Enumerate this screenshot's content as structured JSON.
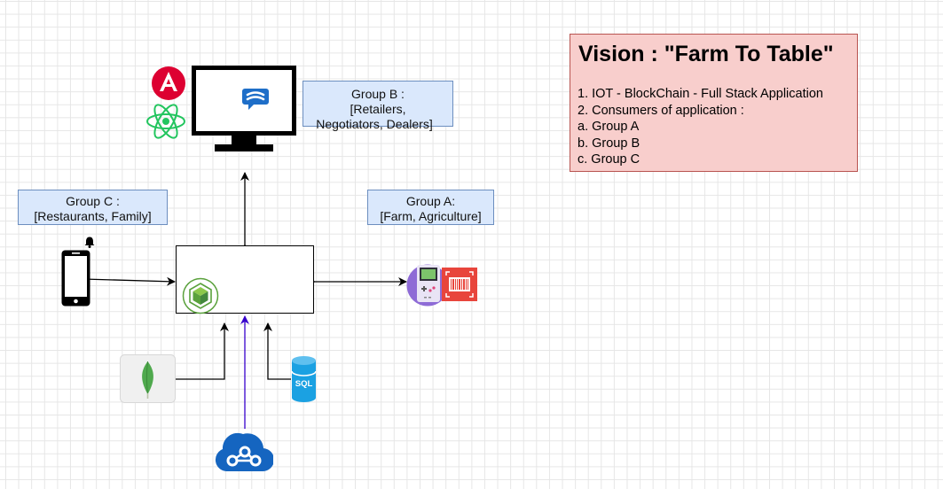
{
  "group_b": {
    "line1": "Group B :",
    "line2": "[Retailers,",
    "line3": "Negotiators, Dealers]"
  },
  "group_c": {
    "line1": "Group C :",
    "line2": "[Restaurants, Family]"
  },
  "group_a": {
    "line1": "Group A:",
    "line2": "[Farm, Agriculture]"
  },
  "vision": {
    "title": "Vision :  \"Farm To Table\"",
    "lines": [
      "1. IOT - BlockChain - Full Stack Application",
      "2. Consumers of application :",
      "a. Group A",
      "b. Group B",
      "c. Group C"
    ]
  },
  "icons": {
    "angular": "angular-icon",
    "react": "react-icon",
    "monitor": "monitor-icon",
    "app_logo": "app-logo-icon",
    "nodejs": "nodejs-icon",
    "phone": "mobile-phone-icon",
    "bell": "bell-icon",
    "gameboy": "iot-device-icon",
    "barcode": "barcode-icon",
    "mongodb": "mongodb-icon",
    "sql": "sql-database-icon",
    "cloud": "blockchain-cloud-icon"
  },
  "sql_label": "SQL",
  "colors": {
    "label_fill": "#dae8fc",
    "label_border": "#6c8ebf",
    "vision_fill": "#f8cecc",
    "vision_border": "#b85450",
    "blockchain_arrow": "#3700cc"
  }
}
